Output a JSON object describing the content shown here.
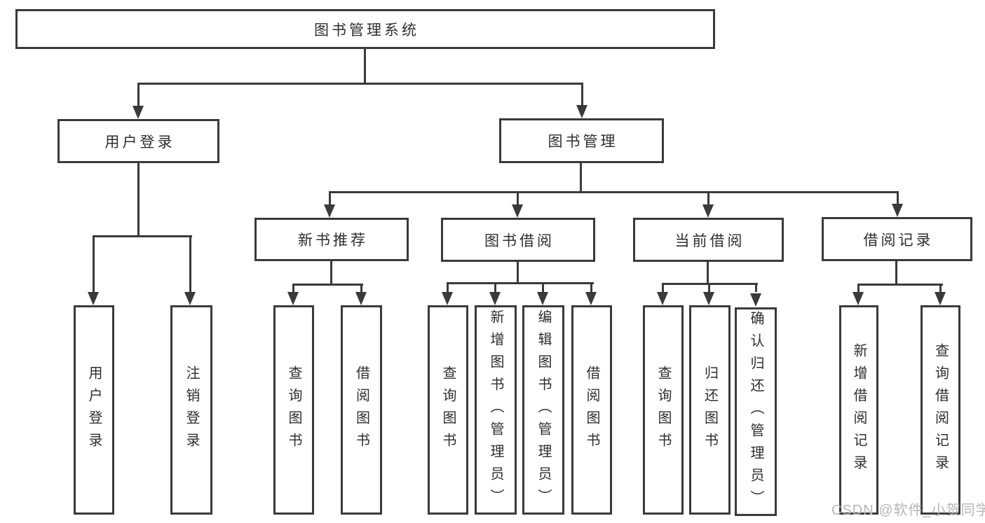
{
  "diagram": {
    "title_node": {
      "label": "图书管理系统"
    },
    "level1": {
      "user_login": {
        "label": "用户登录"
      },
      "book_management": {
        "label": "图书管理"
      }
    },
    "level2": {
      "new_book_recommend": {
        "label": "新书推荐"
      },
      "book_borrow": {
        "label": "图书借阅"
      },
      "current_borrow": {
        "label": "当前借阅"
      },
      "borrow_records": {
        "label": "借阅记录"
      }
    },
    "leaves": {
      "user_login": [
        {
          "label": "用户登录"
        },
        {
          "label": "注销登录"
        }
      ],
      "new_book_recommend": [
        {
          "label": "查询图书"
        },
        {
          "label": "借阅图书"
        }
      ],
      "book_borrow": [
        {
          "label": "查询图书"
        },
        {
          "label": "新增图书（管理员）"
        },
        {
          "label": "编辑图书（管理员）"
        },
        {
          "label": "借阅图书"
        }
      ],
      "current_borrow": [
        {
          "label": "查询图书"
        },
        {
          "label": "归还图书"
        },
        {
          "label": "确认归还（管理员）"
        }
      ],
      "borrow_records": [
        {
          "label": "新增借阅记录"
        },
        {
          "label": "查询借阅记录"
        }
      ]
    },
    "colors": {
      "line": "#3a3a3a",
      "text": "#2e2e2e",
      "background": "#ffffff",
      "watermark": "#b5b5b5"
    }
  },
  "watermark": {
    "text": "CSDN @软件_小贺同学"
  }
}
